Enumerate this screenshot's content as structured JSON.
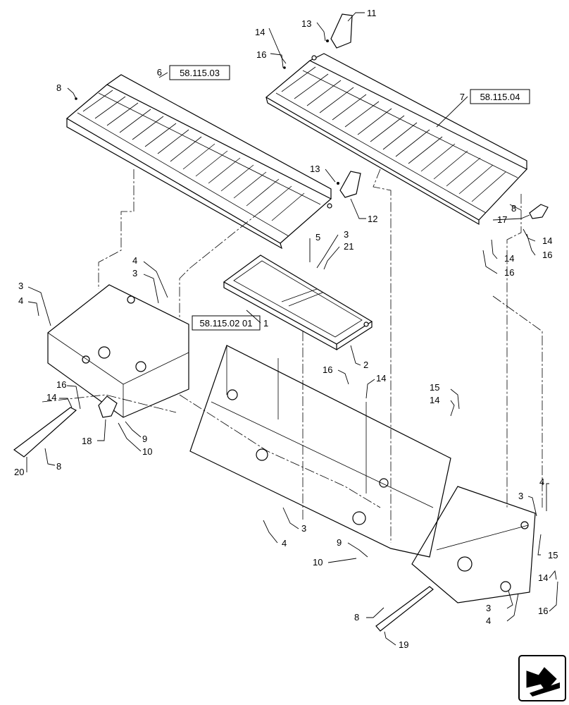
{
  "references": [
    {
      "id": "ref-58-115-03",
      "text": "58.115.03"
    },
    {
      "id": "ref-58-115-04",
      "text": "58.115.04"
    },
    {
      "id": "ref-58-115-02-01",
      "text": "58.115.02 01"
    }
  ],
  "callouts": {
    "c1": "1",
    "c2": "2",
    "c3a": "3",
    "c3b": "3",
    "c3c": "3",
    "c3d": "3",
    "c3e": "3",
    "c3f": "3",
    "c4a": "4",
    "c4b": "4",
    "c4c": "4",
    "c4d": "4",
    "c4e": "4",
    "c5": "5",
    "c6": "6",
    "c7": "7",
    "c8a": "8",
    "c8b": "8",
    "c8c": "8",
    "c8d": "8",
    "c9a": "9",
    "c9b": "9",
    "c10a": "10",
    "c10b": "10",
    "c11": "11",
    "c12": "12",
    "c13a": "13",
    "c13b": "13",
    "c14a": "14",
    "c14b": "14",
    "c14c": "14",
    "c14d": "14",
    "c14e": "14",
    "c14f": "14",
    "c14g": "14",
    "c15a": "15",
    "c15b": "15",
    "c16a": "16",
    "c16b": "16",
    "c16c": "16",
    "c16d": "16",
    "c16e": "16",
    "c17": "17",
    "c18": "18",
    "c19": "19",
    "c20": "20",
    "c21": "21"
  },
  "nav_icon": "arrow-navigation-icon"
}
